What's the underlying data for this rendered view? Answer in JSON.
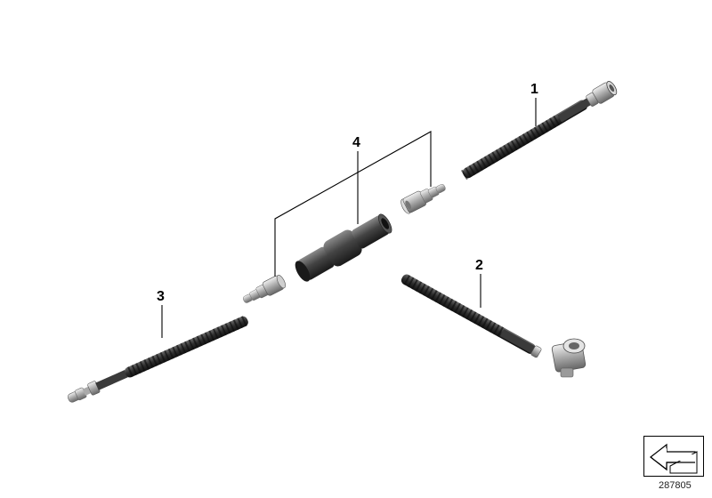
{
  "callouts": {
    "c1": "1",
    "c2": "2",
    "c3": "3",
    "c4": "4"
  },
  "reference_number": "287805",
  "colors": {
    "hose": "#3a3a3a",
    "hose_rib": "#1c1c1c",
    "fitting": "#bdbdbd",
    "fitting_dark": "#7d7d7d",
    "leader": "#000000"
  }
}
